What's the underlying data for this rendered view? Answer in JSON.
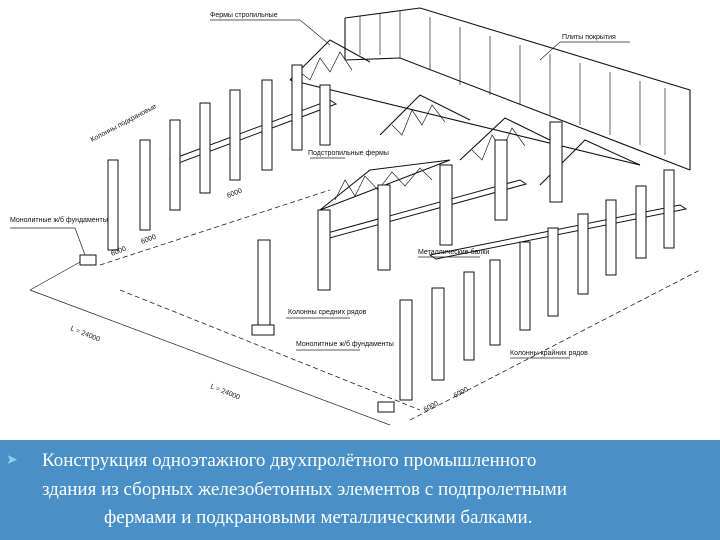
{
  "diagram": {
    "labels": {
      "roof_trusses": "Фермы стропильные",
      "roof_slabs": "Плиты покрытия",
      "crane_beams": "Колонны подкрановые",
      "sub_trusses": "Подстропильные фермы",
      "monolithic_foundations_left": "Монолитные ж/б фундаменты",
      "metal_beams": "Металлические балки",
      "middle_row_columns": "Колонны средних рядов",
      "monolithic_foundations_mid": "Монолитные ж/б фундаменты",
      "outer_row_columns": "Колонны крайних рядов"
    },
    "dims": {
      "d1": "6000",
      "d2": "6000",
      "d3": "6000",
      "d4": "6000",
      "d5": "6000",
      "span1": "L = 24000",
      "span2": "L = 24000"
    }
  },
  "caption": {
    "line1": "Конструкция одноэтажного двухпролётного промышленного",
    "line2": "здания из сборных железобетонных элементов с подпролетными",
    "line3": "фермами и подкрановыми металлическими балками."
  },
  "colors": {
    "band": "#4a90c8",
    "caption_text": "#ffffff"
  }
}
